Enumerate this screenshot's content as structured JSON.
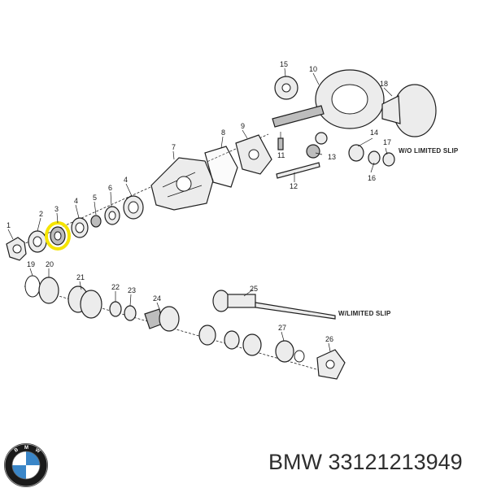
{
  "diagram": {
    "callouts": [
      "1",
      "2",
      "3",
      "4",
      "5",
      "6",
      "4",
      "7",
      "8",
      "9",
      "10",
      "15",
      "18",
      "11",
      "12",
      "13",
      "14",
      "17",
      "16",
      "19",
      "20",
      "21",
      "22",
      "23",
      "24",
      "25",
      "26",
      "27"
    ],
    "notes": {
      "without_limited_slip": "W/O LIMITED SLIP",
      "with_limited_slip": "W/LIMITED SLIP"
    },
    "highlight_color": "#f5e400"
  },
  "footer": {
    "brand": "BMW",
    "part_number": "BMW 33121213949"
  },
  "logo": {
    "icon": "bmw-roundel-icon",
    "colors": {
      "blue": "#3a86c8",
      "ring": "#1a1a1a",
      "white": "#ffffff"
    }
  }
}
